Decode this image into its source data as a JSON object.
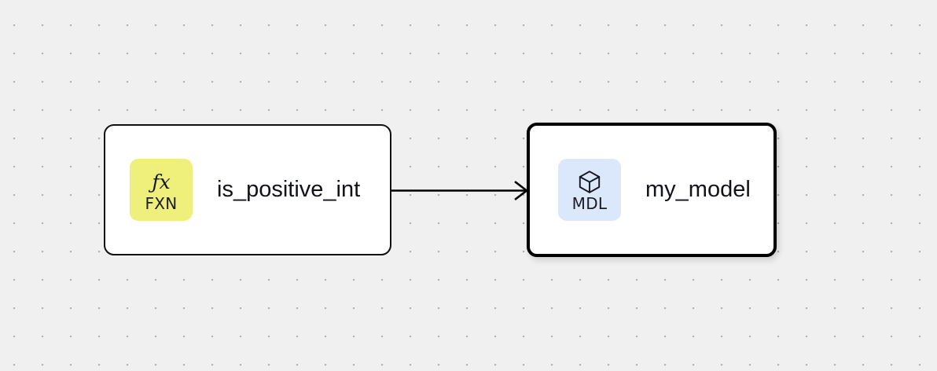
{
  "canvas": {
    "background_color": "#f0f0f0",
    "dot_color": "#b0b0b4",
    "grid_spacing": 36
  },
  "nodes": [
    {
      "id": "fxn-node",
      "title": "is_positive_int",
      "badge": {
        "glyph": "ƒx",
        "icon_name": "function-fx-icon",
        "caption": "FXN",
        "color": "#eff07c"
      },
      "selected": false
    },
    {
      "id": "mdl-node",
      "title": "my_model",
      "badge": {
        "glyph": "",
        "icon_name": "cube-3d-icon",
        "caption": "MDL",
        "color": "#dbe8fb"
      },
      "selected": true
    }
  ],
  "edges": [
    {
      "id": "edge-fxn-to-mdl",
      "source": "fxn-node",
      "target": "mdl-node",
      "color": "#000000",
      "arrow": "open-v"
    }
  ]
}
